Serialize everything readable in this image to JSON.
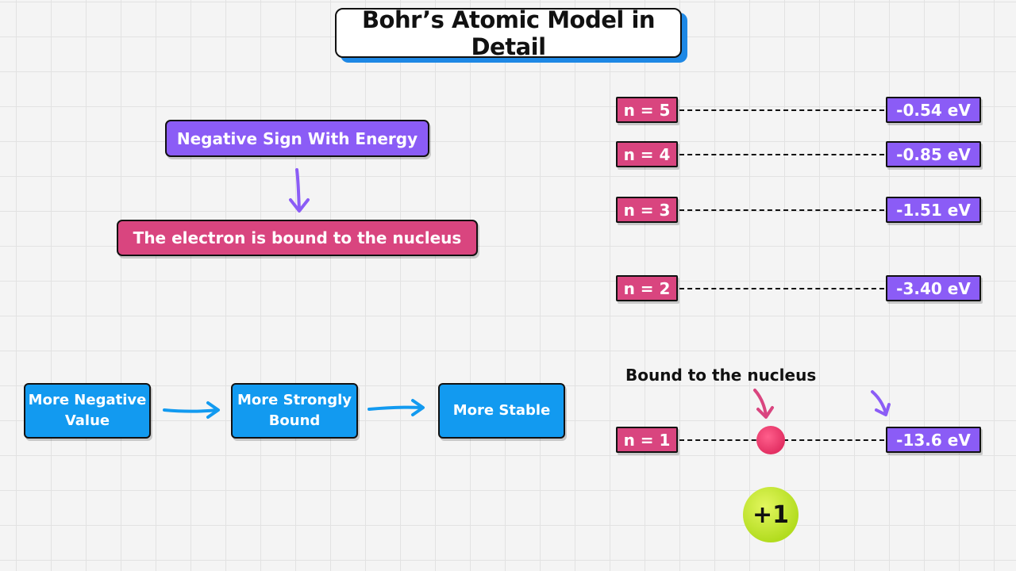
{
  "title": "Bohr’s Atomic Model in Detail",
  "concept": {
    "negative_sign": "Negative Sign With Energy",
    "meaning": "The electron is bound to the nucleus"
  },
  "flow": [
    {
      "label": "More Negative Value"
    },
    {
      "label": "More Strongly Bound"
    },
    {
      "label": "More Stable"
    }
  ],
  "levels": [
    {
      "n": "n = 5",
      "energy": "-0.54 eV"
    },
    {
      "n": "n = 4",
      "energy": "-0.85 eV"
    },
    {
      "n": "n = 3",
      "energy": "-1.51 eV"
    },
    {
      "n": "n = 2",
      "energy": "-3.40 eV"
    },
    {
      "n": "n = 1",
      "energy": "-13.6 eV"
    }
  ],
  "bound_caption": "Bound to the nucleus",
  "nucleus_charge": "+1",
  "colors": {
    "purple": "#8b5cf6",
    "pink": "#d9457f",
    "blue": "#129af0",
    "title_shadow": "#1e88e5",
    "nucleus": "#b2dc1e",
    "electron": "#e33063"
  }
}
